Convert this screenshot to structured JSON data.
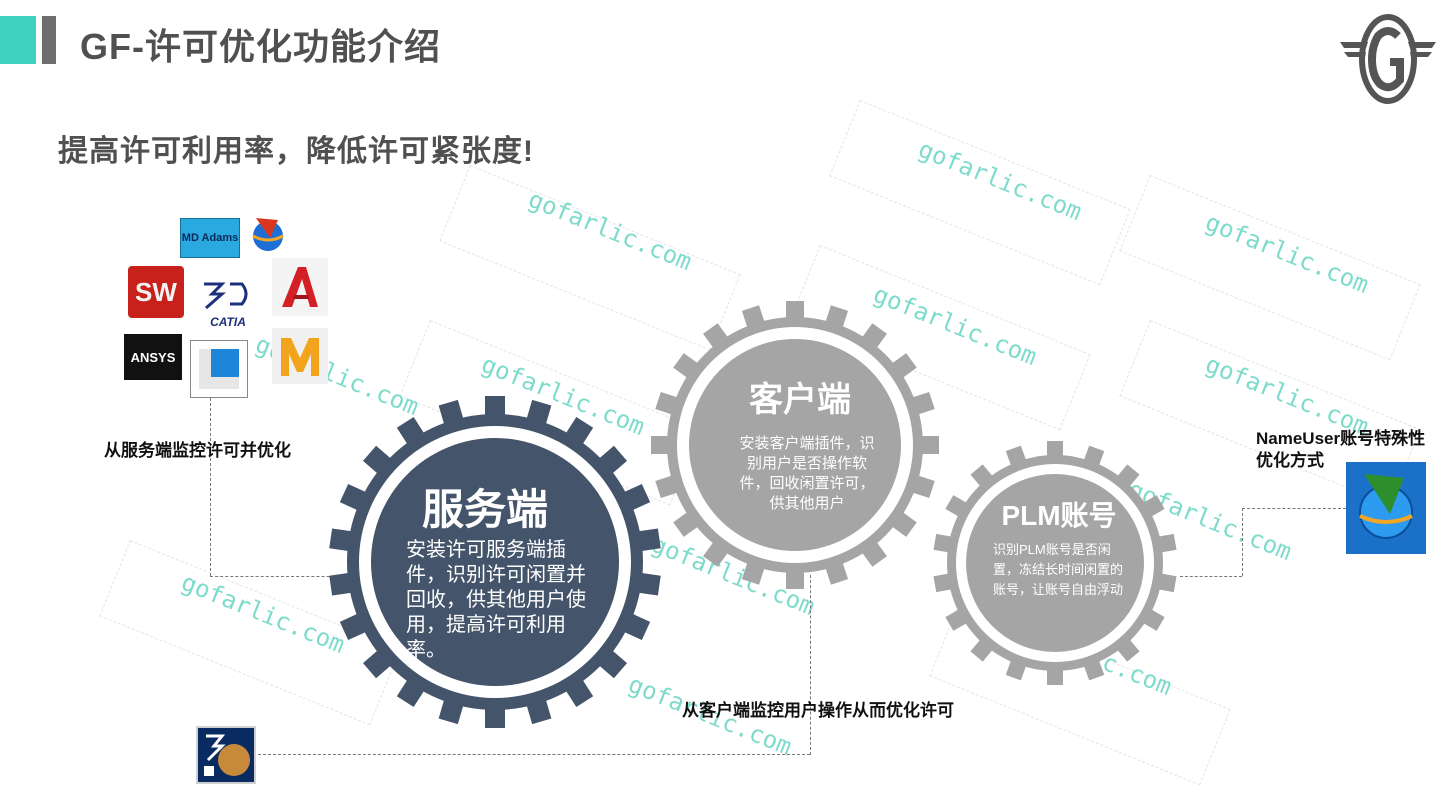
{
  "header": {
    "title": "GF-许可优化功能介绍",
    "accent_color": "#3fd0c0",
    "bar_color": "#6e6e6e"
  },
  "subtitle": "提高许可利用率，降低许可紧张度!",
  "watermark": "gofarlic.com",
  "server_gear": {
    "title": "服务端",
    "body": "安装许可服务端插件，识别许可闲置并回收，供其他用户使用，提高许可利用率。",
    "color": "#44546a"
  },
  "client_gear": {
    "title": "客户端",
    "body": "安装客户端插件，识别用户是否操作软件，回收闲置许可，供其他用户",
    "color": "#a5a5a5"
  },
  "plm_gear": {
    "title": "PLM账号",
    "body": "识别PLM账号是否闲置，冻结长时间闲置的账号，让账号自由浮动",
    "color": "#a5a5a5"
  },
  "captions": {
    "server": "从服务端监控许可并优化",
    "client": "从客户端监控用户操作从而优化许可",
    "nameuser_line1": "NameUser账号特殊性",
    "nameuser_line2": "优化方式"
  },
  "logos": {
    "md_adams": "MD Adams",
    "ansys": "ANSYS",
    "catia": "CATIA",
    "sw": "SW"
  }
}
